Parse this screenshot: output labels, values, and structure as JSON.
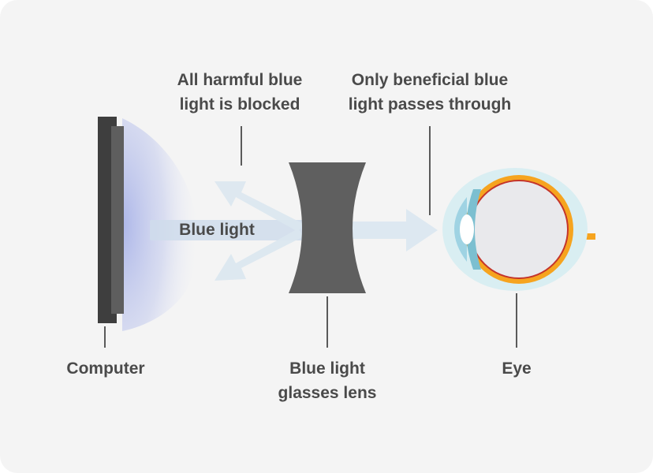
{
  "labels": {
    "blocked": [
      "All harmful blue",
      "light is blocked"
    ],
    "passes": [
      "Only beneficial blue",
      "light passes through"
    ],
    "blue_light": "Blue light",
    "computer": "Computer",
    "lens": [
      "Blue light",
      "glasses lens"
    ],
    "eye": "Eye"
  },
  "colors": {
    "background": "#f4f4f4",
    "text": "#4a4a4a",
    "monitor_dark": "#3e3e3e",
    "monitor_light": "#5e5e5e",
    "lens": "#5f5f5f",
    "glow": "#a9b3e8",
    "arrow": "#dbe7f0",
    "eye_outer": "#d9eef2",
    "eye_orange": "#f6a41f",
    "eye_red": "#c4342b",
    "eye_white": "#e9e9ec",
    "cornea": "#9fd3e3"
  }
}
